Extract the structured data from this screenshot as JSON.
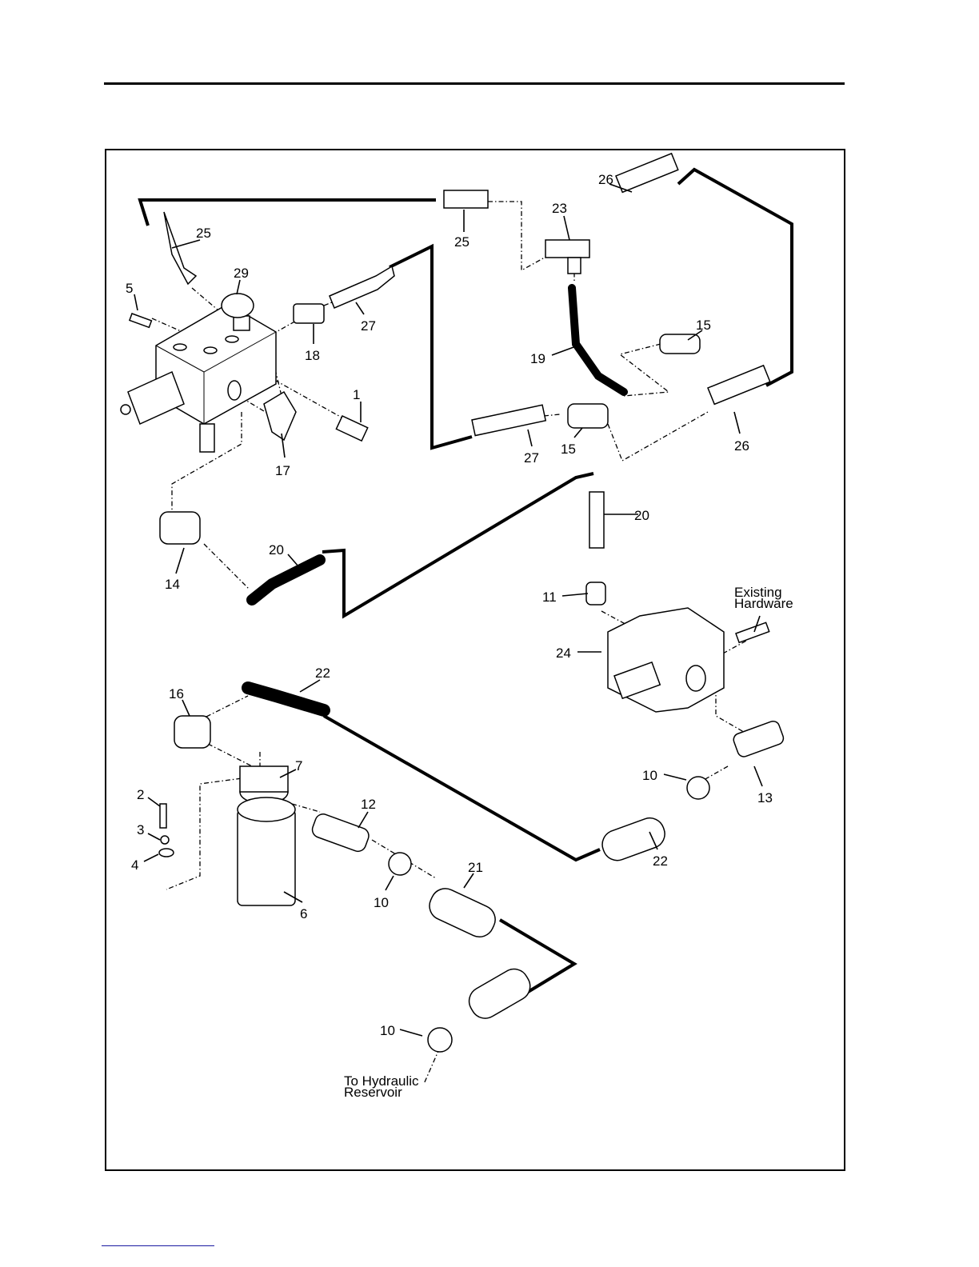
{
  "diagram": {
    "callouts": [
      "25",
      "25",
      "23",
      "26",
      "29",
      "5",
      "27",
      "18",
      "15",
      "19",
      "1",
      "17",
      "27",
      "15",
      "26",
      "20",
      "20",
      "14",
      "11",
      "24",
      "22",
      "16",
      "7",
      "2",
      "12",
      "3",
      "10",
      "13",
      "4",
      "22",
      "21",
      "10",
      "6",
      "10"
    ],
    "notes": {
      "existing_hardware_line1": "Existing",
      "existing_hardware_line2": "Hardware",
      "reservoir_line1": "To Hydraulic",
      "reservoir_line2": "Reservoir"
    }
  },
  "colors": {
    "line": "#000000",
    "footer_link": "#1a1aa0"
  }
}
